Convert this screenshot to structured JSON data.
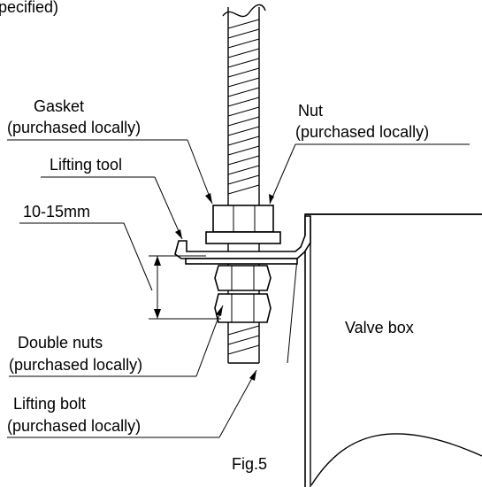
{
  "labels": {
    "partial_top": "pecified)",
    "gasket_1": "Gasket",
    "gasket_2": "(purchased locally)",
    "nut_1": "Nut",
    "nut_2": "(purchased locally)",
    "lifting_tool": "Lifting tool",
    "dimension": "10-15mm",
    "valve_box": "Valve box",
    "double_nuts_1": "Double nuts",
    "double_nuts_2": "(purchased locally)",
    "lifting_bolt_1": "Lifting bolt",
    "lifting_bolt_2": "(purchased locally)",
    "figure": "Fig.5"
  }
}
